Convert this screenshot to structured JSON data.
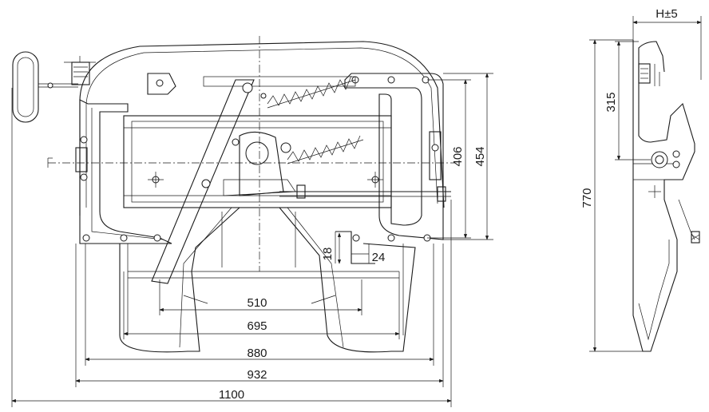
{
  "dimensions": {
    "d1100": "1100",
    "d932": "932",
    "d880": "880",
    "d695": "695",
    "d510": "510",
    "d454": "454",
    "d406": "406",
    "d770": "770",
    "d315": "315",
    "d18": "18",
    "d24": "24",
    "h_tolerance": "H±5"
  }
}
